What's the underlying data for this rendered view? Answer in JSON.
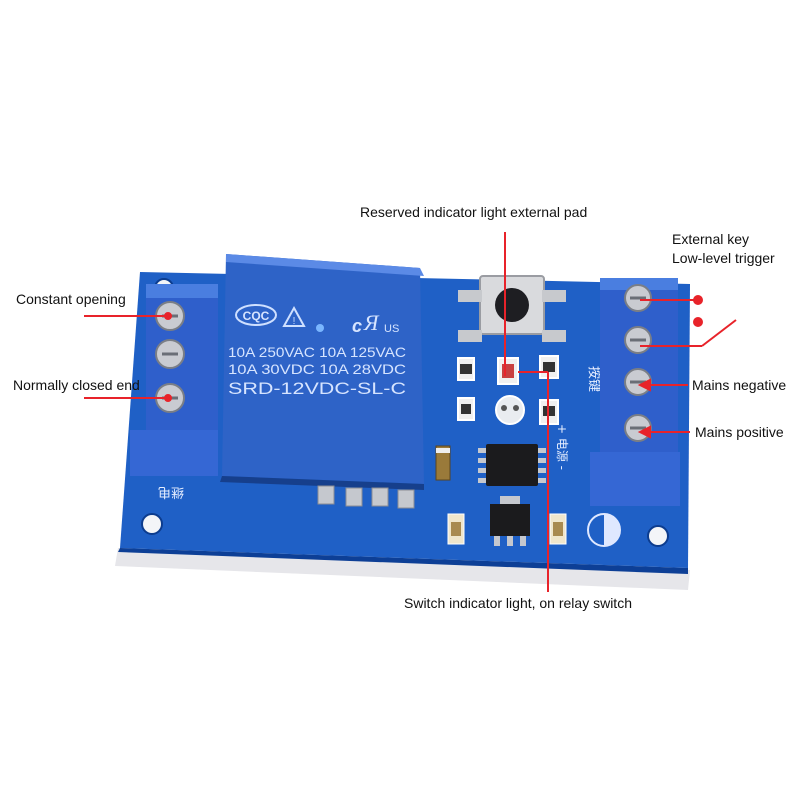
{
  "labels": {
    "reserved_pad": "Reserved indicator light external pad",
    "external_key": "External key",
    "low_level_trigger": "Low-level trigger",
    "constant_opening": "Constant opening",
    "normally_closed": "Normally closed end",
    "mains_negative": "Mains negative",
    "mains_positive": "Mains positive",
    "switch_indicator": "Switch indicator light, on relay switch"
  },
  "relay": {
    "brand": "CQC",
    "cert": "US",
    "rating_1": "10A 250VAC  10A 125VAC",
    "rating_2": "10A  30VDC  10A  28VDC",
    "model": "SRD-12VDC-SL-C"
  },
  "silkscreen": {
    "left_bottom": "继电",
    "right_key": "按键",
    "right_power": "+ 电源 -"
  },
  "colors": {
    "board": "#1e5fc4",
    "relay": "#2f66c6",
    "terminal": "#2d5ec9",
    "annotation": "#e8232a"
  }
}
